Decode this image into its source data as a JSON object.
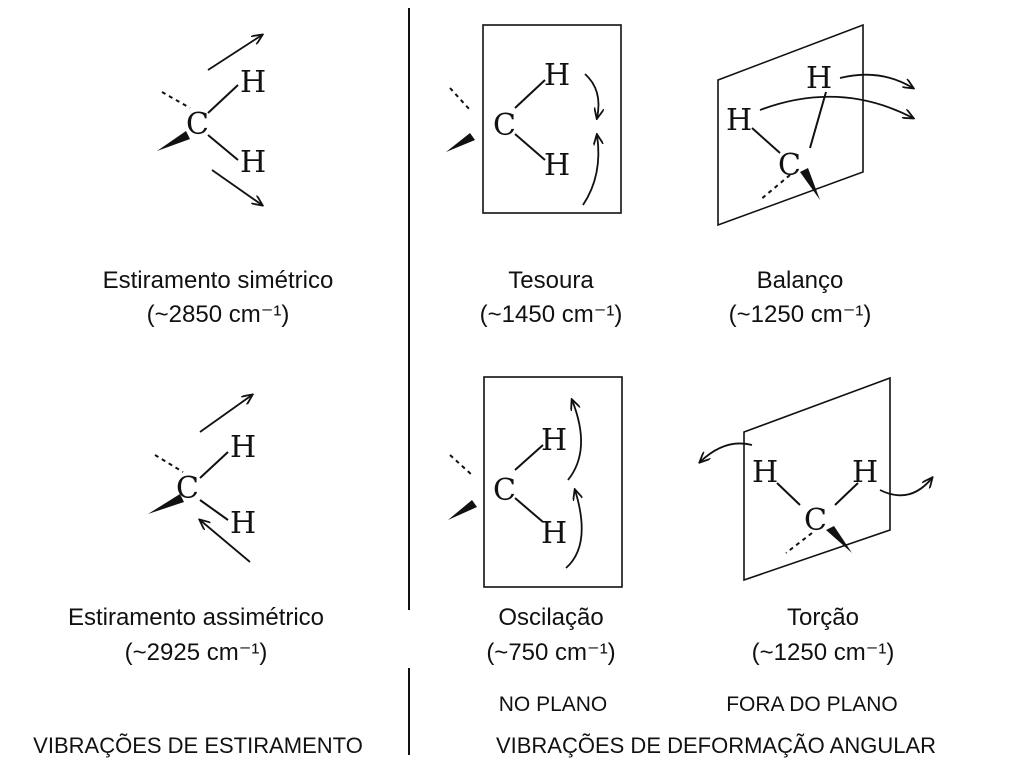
{
  "atoms": {
    "carbon": "C",
    "hydrogen": "H"
  },
  "modes": {
    "sym_stretch": {
      "name": "Estiramento simétrico",
      "freq": "(~2850 cm⁻¹)"
    },
    "asym_stretch": {
      "name": "Estiramento assimétrico",
      "freq": "(~2925 cm⁻¹)"
    },
    "scissoring": {
      "name": "Tesoura",
      "freq": "(~1450 cm⁻¹)"
    },
    "rocking": {
      "name": "Oscilação",
      "freq": "(~750 cm⁻¹)"
    },
    "wagging": {
      "name": "Balanço",
      "freq": "(~1250 cm⁻¹)"
    },
    "twisting": {
      "name": "Torção",
      "freq": "(~1250 cm⁻¹)"
    }
  },
  "captions": {
    "in_plane": "NO PLANO",
    "out_of_plane": "FORA DO PLANO"
  },
  "headings": {
    "stretching": "VIBRAÇÕES DE ESTIRAMENTO",
    "bending": "VIBRAÇÕES DE DEFORMAÇÃO ANGULAR"
  }
}
